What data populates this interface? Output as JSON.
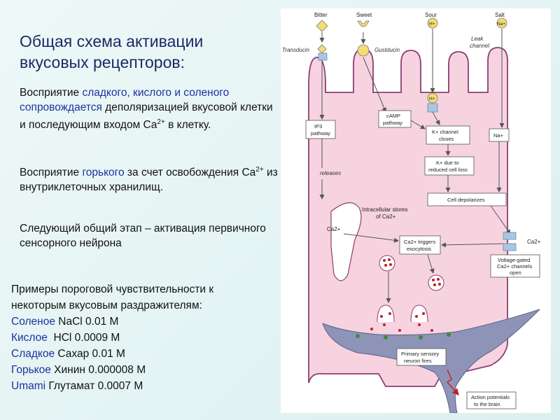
{
  "title": "Общая схема активации вкусовых рецепторов:",
  "paragraphs": {
    "p1": {
      "pre": "Восприятие ",
      "highlight": "сладкого, кислого и соленого сопровождается",
      "post": " деполяризацией вкусовой клетки и последующим входом Ca",
      "sup": "2+",
      "tail": " в клетку."
    },
    "p2": {
      "pre": "Восприятие ",
      "highlight": "горького",
      "post": " за счет освобождения Ca",
      "sup": "2+",
      "tail": " из внутриклеточных хранилищ."
    },
    "p3": "Следующий общий этап – активация первичного сенсорного нейрона"
  },
  "examples": {
    "heading1": "Примеры пороговой чувствительности к",
    "heading2": "некоторым вкусовым раздражителям:",
    "rows": [
      {
        "label": "Соленое",
        "value": " NaCl 0.01 M"
      },
      {
        "label": "Кислое",
        "value": "  HCl 0.0009 M"
      },
      {
        "label": "Сладкое",
        "value": " Сахар 0.01 M"
      },
      {
        "label": "Горькое",
        "value": " Хинин 0.000008 M"
      },
      {
        "label": "Umami",
        "value": " Глутамат 0.0007 M"
      }
    ]
  },
  "diagram": {
    "tastants": {
      "bitter": "Bitter",
      "sweet": "Sweet",
      "sour": "Sour",
      "salt": "Salt"
    },
    "ion_h": "H+",
    "ion_na": "Na+",
    "transducin": "Transducin",
    "gustducin": "Gustducin",
    "leak_channel_1": "Leak",
    "leak_channel_2": "channel",
    "ip3_1": "IP3",
    "ip3_2": "pathway",
    "camp_1": "cAMP",
    "camp_2": "pathway",
    "kchannel_1": "K+ channel",
    "kchannel_2": "closes",
    "na_box": "Na+",
    "reduced_1": "K+ due to",
    "reduced_2": "reduced cell loss",
    "releases": "releases",
    "depolarizes": "Cell depolarizes",
    "stores_1": "Intracellular stores",
    "stores_2": "of Ca2+",
    "ca_left": "Ca2+",
    "ca_right": "Ca2+",
    "triggers_1": "Ca2+ triggers",
    "triggers_2": "exocytosis",
    "vgated_1": "Voltage-gated",
    "vgated_2": "Ca2+ channels",
    "vgated_3": "open",
    "neuron_1": "Primary sensory",
    "neuron_2": "neuron fires",
    "ap_1": "Action potentials",
    "ap_2": "to the brain"
  },
  "colors": {
    "title": "#1a2a66",
    "highlight": "#1a33a0",
    "cell_fill": "#f6d3df",
    "cell_stroke": "#8a3f72",
    "neuron_fill": "#8e94b8",
    "ligand": "#f2dc74",
    "channel": "#a9c6e3"
  }
}
